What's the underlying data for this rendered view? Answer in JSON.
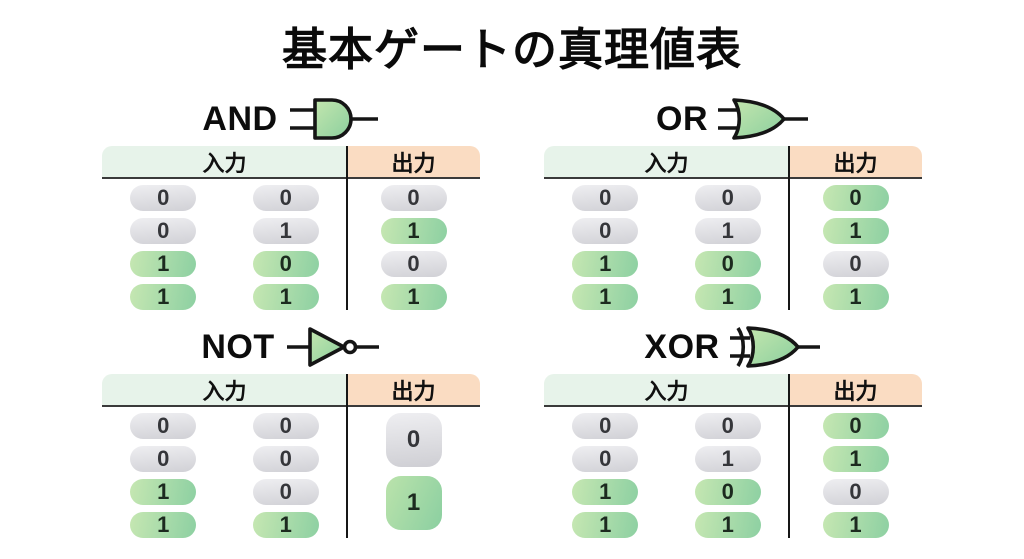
{
  "page_title": "基本ゲートの真理値表",
  "col_headers": {
    "input": "入力",
    "output": "出力"
  },
  "gates": {
    "and": {
      "label": "AND",
      "icon": "and-gate-symbol",
      "rows": [
        {
          "a": "0",
          "ac": "gray",
          "b": "0",
          "bc": "gray",
          "o": "0",
          "oc": "gray"
        },
        {
          "a": "0",
          "ac": "gray",
          "b": "1",
          "bc": "gray",
          "o": "1",
          "oc": "green"
        },
        {
          "a": "1",
          "ac": "green",
          "b": "0",
          "bc": "green",
          "o": "0",
          "oc": "gray"
        },
        {
          "a": "1",
          "ac": "green",
          "b": "1",
          "bc": "green",
          "o": "1",
          "oc": "green"
        }
      ]
    },
    "or": {
      "label": "OR",
      "icon": "or-gate-symbol",
      "rows": [
        {
          "a": "0",
          "ac": "gray",
          "b": "0",
          "bc": "gray",
          "o": "0",
          "oc": "green"
        },
        {
          "a": "0",
          "ac": "gray",
          "b": "1",
          "bc": "gray",
          "o": "1",
          "oc": "green"
        },
        {
          "a": "1",
          "ac": "green",
          "b": "0",
          "bc": "green",
          "o": "0",
          "oc": "gray"
        },
        {
          "a": "1",
          "ac": "green",
          "b": "1",
          "bc": "green",
          "o": "1",
          "oc": "green"
        }
      ]
    },
    "not": {
      "label": "NOT",
      "icon": "not-gate-symbol-with-bubble",
      "rows": [
        {
          "a": "0",
          "ac": "gray",
          "b": "0",
          "bc": "gray"
        },
        {
          "a": "0",
          "ac": "gray",
          "b": "0",
          "bc": "gray"
        },
        {
          "a": "1",
          "ac": "green",
          "b": "0",
          "bc": "gray"
        },
        {
          "a": "1",
          "ac": "green",
          "b": "1",
          "bc": "green"
        }
      ],
      "outputs": [
        {
          "v": "0",
          "c": "gray"
        },
        {
          "v": "1",
          "c": "green"
        }
      ]
    },
    "xor": {
      "label": "XOR",
      "icon": "xor-gate-symbol",
      "rows": [
        {
          "a": "0",
          "ac": "gray",
          "b": "0",
          "bc": "gray",
          "o": "0",
          "oc": "green"
        },
        {
          "a": "0",
          "ac": "gray",
          "b": "1",
          "bc": "gray",
          "o": "1",
          "oc": "green"
        },
        {
          "a": "1",
          "ac": "green",
          "b": "0",
          "bc": "green",
          "o": "0",
          "oc": "gray"
        },
        {
          "a": "1",
          "ac": "green",
          "b": "1",
          "bc": "green",
          "o": "1",
          "oc": "green"
        }
      ]
    }
  },
  "colors": {
    "background": "#ffffff",
    "pill_gray": "#d4d4d8",
    "pill_green": "#8ed0a2",
    "pill_green_light": "#c6e7b2",
    "header_input_bg": "#e7f3ea",
    "header_output_bg": "#fadcc2",
    "line": "#161616",
    "text": "#111111"
  }
}
